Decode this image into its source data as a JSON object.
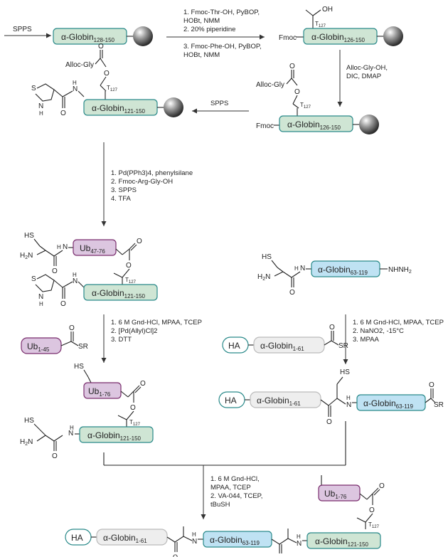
{
  "colors": {
    "globin_green": "#cfe5d4",
    "globin_blue": "#bfe2f3",
    "ub_purple": "#dcc6e0",
    "globin_gray": "#eeeeee",
    "ha_white": "#ffffff",
    "frame": "#2a8a8a"
  },
  "pills": {
    "p1": "α-Globin",
    "p1s": "128-150",
    "p2": "α-Globin",
    "p2s": "126-150",
    "p3": "α-Globin",
    "p3s": "126-150",
    "p4": "α-Globin",
    "p4s": "121-150",
    "p5": "Ub",
    "p5s": "47-76",
    "p6": "α-Globin",
    "p6s": "121-150",
    "p7": "α-Globin",
    "p7s": "63-119",
    "p8": "Ub",
    "p8s": "1-45",
    "p9": "HA",
    "p10": "α-Globin",
    "p10s": "1-61",
    "p11": "Ub",
    "p11s": "1-76",
    "p12": "α-Globin",
    "p12s": "121-150",
    "p13": "HA",
    "p14": "α-Globin",
    "p14s": "1-61",
    "p15": "α-Globin",
    "p15s": "63-119",
    "p16": "Ub",
    "p16s": "1-76",
    "p17": "HA",
    "p18": "α-Globin",
    "p18s": "1-61",
    "p19": "α-Globin",
    "p19s": "63-119",
    "p20": "α-Globin",
    "p20s": "121-150"
  },
  "labels": {
    "sppsTop": "SPPS",
    "fmoc1": "Fmoc",
    "fmoc2": "Fmoc",
    "alloc1": "Alloc-Gly",
    "alloc2": "Alloc-Gly",
    "spps2": "SPPS",
    "t127a": "T",
    "t127b": "T",
    "t127c": "T",
    "t127d": "T",
    "t127e": "T",
    "t127sub": "127",
    "oh": "OH",
    "hydrazide": "NHNH",
    "hydrazide_sub": "2",
    "sr1": "SR",
    "sr2": "SR",
    "sr3": "SR"
  },
  "conditions": {
    "c1": [
      "1. Fmoc-Thr-OH, PyBOP,",
      "    HOBt, NMM",
      "2. 20% piperidine"
    ],
    "c2": [
      "3. Fmoc-Phe-OH, PyBOP,",
      "    HOBt, NMM"
    ],
    "c3": [
      "Alloc-Gly-OH,",
      "DIC, DMAP"
    ],
    "c4": [
      "1. Pd(PPh3)4, phenylsilane",
      "2. Fmoc-Arg-Gly-OH",
      "3. SPPS",
      "4. TFA"
    ],
    "c5": [
      "1. 6 M Gnd-HCl, MPAA, TCEP",
      "2. [Pd(Allyl)Cl]2",
      "3. DTT"
    ],
    "c6": [
      "1. 6 M Gnd-HCl, MPAA, TCEP",
      "2. NaNO2, -15°C",
      "3. MPAA"
    ],
    "c7": [
      "1. 6 M Gnd-HCl,",
      "    MPAA, TCEP",
      "2. VA-044, TCEP,",
      "    tBuSH"
    ]
  }
}
